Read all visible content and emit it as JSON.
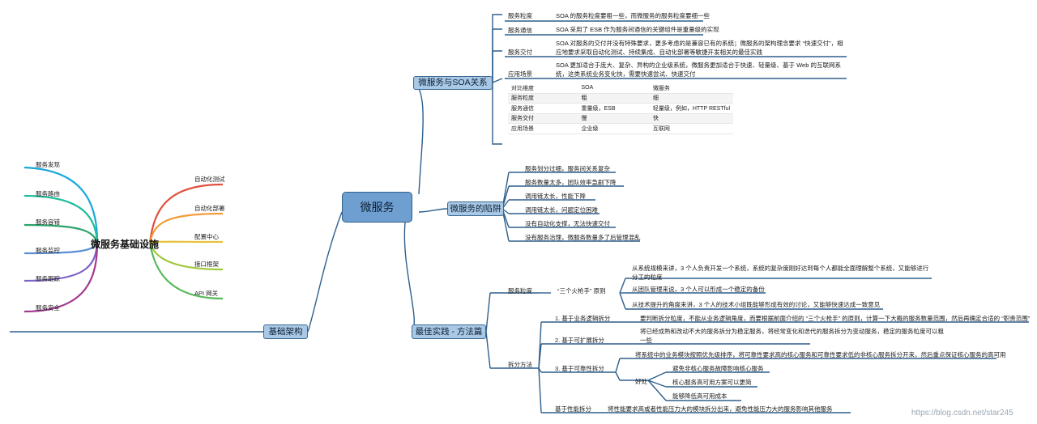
{
  "root": {
    "label": "微服务"
  },
  "soa": {
    "label": "微服务与SOA关系",
    "items": [
      {
        "key": "服务粒度",
        "text": "SOA 的服务粒度要粗一些，而微服务的服务粒度要细一些"
      },
      {
        "key": "服务通信",
        "text": "SOA 采用了 ESB 作为服务间通信的关键组件是重量级的实现"
      },
      {
        "key": "服务交付",
        "text": "SOA 对服务的交付并没有特殊要求，更多考虑的是兼容已有的系统；微服务的架构理念要求 “快速交付”，相应地要求采取自动化测试、持续集成、自动化部署等敏捷开发相关的最佳实践"
      },
      {
        "key": "应用场景",
        "text": "SOA 更加适合于庞大、复杂、异构的企业级系统，微服务更加适合于快速、轻量级、基于 Web 的互联网系统，这类系统业务变化快，需要快速尝试、快速交付"
      }
    ],
    "table": [
      [
        "对比维度",
        "SOA",
        "微服务"
      ],
      [
        "服务粒度",
        "粗",
        "细"
      ],
      [
        "服务通信",
        "重量级，ESB",
        "轻量级，例如，HTTP RESTful"
      ],
      [
        "服务交付",
        "慢",
        "快"
      ],
      [
        "应用场景",
        "企业级",
        "互联网"
      ]
    ]
  },
  "pitfalls": {
    "label": "微服务的陷阱",
    "items": [
      "服务划分过细，服务间关系复杂",
      "服务数量太多，团队效率急剧下降",
      "调用链太长，性能下降",
      "调用链太长，问题定位困难",
      "没有自动化支撑，无法快速交付",
      "没有服务治理，微服务数量多了后管理混乱"
    ]
  },
  "practice": {
    "label": "最佳实践 - 方法篇",
    "granularity": {
      "label": "服务粒度",
      "principle": "“三个火枪手” 原则",
      "points": [
        "从系统规模来讲，3 个人负责开发一个系统，系统的复杂度刚好达到每个人都能全面理解整个系统，又能够进行分工的粒度",
        "从团队管理来说，3 个人可以形成一个稳定的备份",
        "从技术提升的角度来讲，3 个人的技术小组既能够形成有效的讨论，又能够快速达成一致意见"
      ]
    },
    "split": {
      "label": "拆分方法",
      "business": {
        "label": "1. 基于业务逻辑拆分",
        "text": "要判断拆分粒度，不能从业务逻辑角度，而要根据前面介绍的 “三个火枪手” 的原则，计算一下大概的服务数量范围，然后再确定合适的 “职责范围”"
      },
      "extend": {
        "label": "2. 基于可扩展拆分",
        "text": "将已经成熟和改动不大的服务拆分为稳定服务，将经常变化和迭代的服务拆分为变动服务，稳定的服务粒度可以粗一些"
      },
      "reliable": {
        "label": "3. 基于可靠性拆分",
        "text": "将系统中的业务模块按照优先级排序，将可靠性要求高的核心服务和可靠性要求低的非核心服务拆分开来，然后重点保证核心服务的高可用",
        "benefit_label": "好处",
        "benefits": [
          "避免非核心服务故障影响核心服务",
          "核心服务高可用方案可以更简",
          "能够降低高可用成本"
        ]
      },
      "perf": {
        "label": "基于性能拆分",
        "text": "将性能要求高或者性能压力大的模块拆分出来，避免性能压力大的服务影响其他服务"
      }
    }
  },
  "infra": {
    "label": "基础架构",
    "title": "微服务基础设施",
    "left": [
      "服务发现",
      "服务路由",
      "服务容错",
      "服务监控",
      "服务跟踪",
      "服务安全"
    ],
    "right": [
      "自动化测试",
      "自动化部署",
      "配置中心",
      "接口框架",
      "API 网关"
    ]
  },
  "watermark": "https://blog.csdn.net/star245",
  "colors": {
    "branch": "#2f5f8c",
    "node": "#a8c8e6",
    "root": "#6f9fd1"
  }
}
